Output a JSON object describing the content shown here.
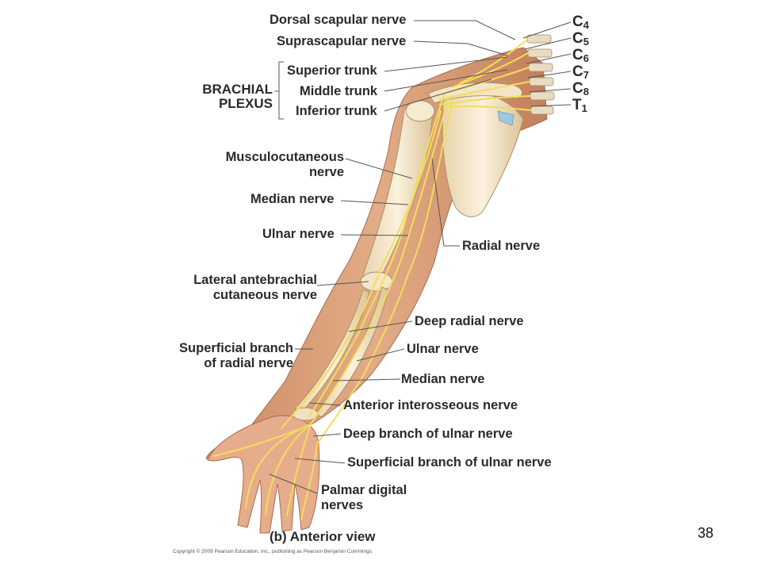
{
  "labels": {
    "dorsal_scapular": "Dorsal scapular nerve",
    "suprascapular": "Suprascapular nerve",
    "superior_trunk": "Superior trunk",
    "middle_trunk": "Middle trunk",
    "inferior_trunk": "Inferior trunk",
    "brachial_plexus_1": "BRACHIAL",
    "brachial_plexus_2": "PLEXUS",
    "musculocutaneous_1": "Musculocutaneous",
    "musculocutaneous_2": "nerve",
    "median_upper": "Median nerve",
    "ulnar_upper": "Ulnar nerve",
    "radial": "Radial nerve",
    "lat_antebrachial_1": "Lateral antebrachial",
    "lat_antebrachial_2": "cutaneous nerve",
    "deep_radial": "Deep radial nerve",
    "superficial_radial_1": "Superficial branch",
    "superficial_radial_2": "of radial nerve",
    "ulnar_lower": "Ulnar nerve",
    "median_lower": "Median nerve",
    "anterior_interosseous": "Anterior interosseous nerve",
    "deep_ulnar": "Deep branch of ulnar nerve",
    "superficial_ulnar": "Superficial branch of ulnar nerve",
    "palmar_digital_1": "Palmar digital",
    "palmar_digital_2": "nerves"
  },
  "spinal": [
    {
      "letter": "C",
      "num": "4"
    },
    {
      "letter": "C",
      "num": "5"
    },
    {
      "letter": "C",
      "num": "6"
    },
    {
      "letter": "C",
      "num": "7"
    },
    {
      "letter": "C",
      "num": "8"
    },
    {
      "letter": "T",
      "num": "1"
    }
  ],
  "view_caption": "(b) Anterior view",
  "copyright": "Copyright © 2009 Pearson Education, Inc., publishing as Pearson Benjamin Cummings.",
  "page_number": "38",
  "colors": {
    "skin": "#d9a07a",
    "skin_shadow": "#b9795a",
    "bone": "#f1e3c4",
    "nerve": "#f4dc5c",
    "leader": "#555555",
    "text": "#2a2a2a"
  }
}
